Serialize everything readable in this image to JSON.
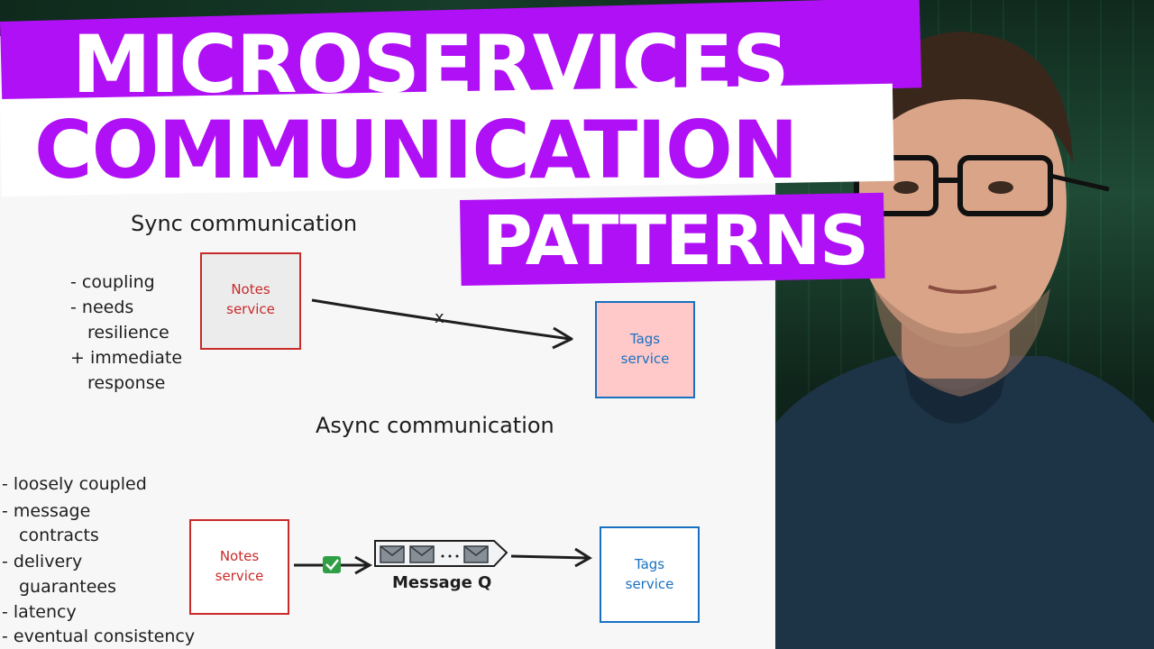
{
  "thumbnail": {
    "title": {
      "line1": "MICROSERVICES",
      "line2": "COMMUNICATION",
      "line3": "PATTERNS"
    },
    "accent_color": "#b010f5"
  },
  "diagram": {
    "sync": {
      "heading": "Sync communication",
      "notes": [
        "- coupling",
        "- needs",
        "resilience",
        "+ immediate",
        "response"
      ],
      "source_box": "Notes\nservice",
      "target_box": "Tags\nservice",
      "arrow_mark": "x"
    },
    "async": {
      "heading": "Async communication",
      "notes": [
        "- loosely coupled",
        "- message",
        "contracts",
        "- delivery",
        "guarantees",
        "- latency",
        "- eventual consistency"
      ],
      "source_box": "Notes\nservice",
      "target_box": "Tags\nservice",
      "queue_label": "Message Q"
    },
    "colors": {
      "red": "#c92a2a",
      "blue": "#1971c2",
      "pink_fill": "#ffc9c9",
      "gray_fill": "#e9ecef",
      "check": "#2f9e44"
    }
  }
}
